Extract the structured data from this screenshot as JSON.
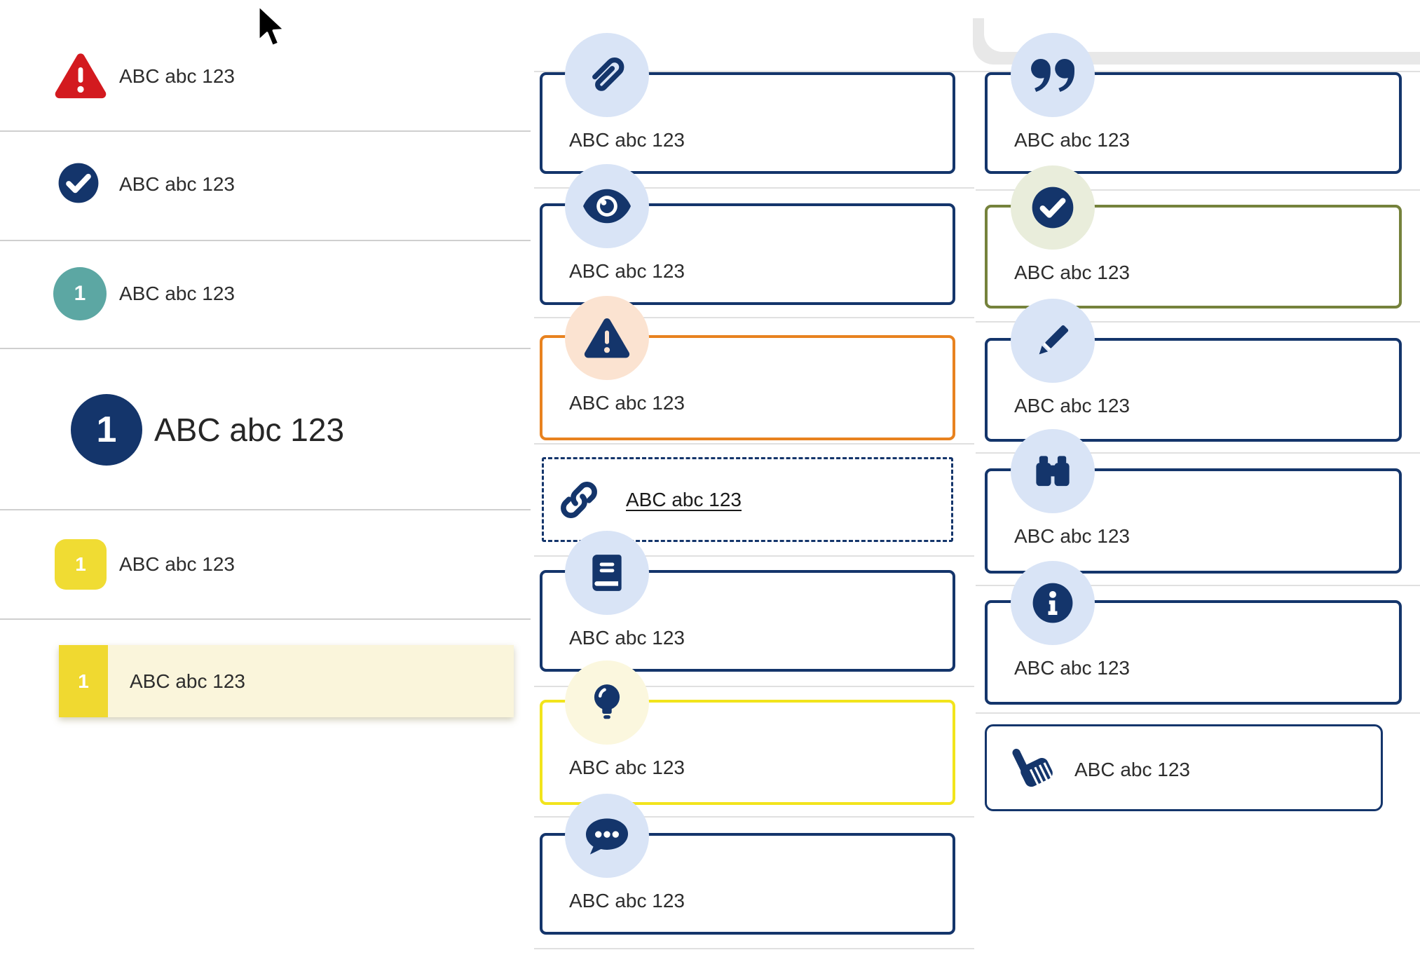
{
  "colors": {
    "navy": "#14356B",
    "light_blue_circle": "#D9E4F6",
    "red": "#D31A1F",
    "teal": "#5CA7A3",
    "yellow_badge": "#F0DC33",
    "yellow_block": "#F0D930",
    "cream_highlight": "#FAF5DB",
    "orange_border": "#E8821F",
    "peach_circle": "#FBE3D1",
    "olive_border": "#75823C",
    "pale_green_circle": "#E9EDDB",
    "yellow_border": "#F2E41C",
    "pale_yellow_circle": "#FBF7DE",
    "text": "#2D2D2D",
    "divider": "#CFCFCF",
    "row_separator": "#E0E0E0"
  },
  "left_list": {
    "items": [
      {
        "icon": "warning-triangle-icon",
        "label": "ABC abc 123"
      },
      {
        "icon": "check-circle-icon",
        "label": "ABC abc 123"
      },
      {
        "icon": "number-badge-teal",
        "badge": "1",
        "label": "ABC abc 123"
      },
      {
        "icon": "number-badge-navy-large",
        "badge": "1",
        "label": "ABC abc 123"
      },
      {
        "icon": "number-badge-yellow",
        "badge": "1",
        "label": "ABC abc 123"
      },
      {
        "icon": "number-badge-yellow",
        "badge": "1",
        "label": "ABC abc 123",
        "highlighted": true
      }
    ]
  },
  "middle_cards": [
    {
      "icon": "paperclip-icon",
      "label": "ABC abc 123",
      "border": "navy"
    },
    {
      "icon": "eye-icon",
      "label": "ABC abc 123",
      "border": "navy"
    },
    {
      "icon": "warning-triangle-icon",
      "label": "ABC abc 123",
      "border": "orange"
    },
    {
      "icon": "link-icon",
      "label": "ABC abc 123",
      "border": "navy-dashed",
      "is_link": true
    },
    {
      "icon": "book-icon",
      "label": "ABC abc 123",
      "border": "navy"
    },
    {
      "icon": "lightbulb-icon",
      "label": "ABC abc 123",
      "border": "yellow"
    },
    {
      "icon": "chat-icon",
      "label": "ABC abc 123",
      "border": "navy"
    }
  ],
  "right_cards": [
    {
      "icon": "quote-icon",
      "label": "ABC abc 123",
      "border": "navy"
    },
    {
      "icon": "check-circle-icon",
      "label": "ABC abc 123",
      "border": "olive"
    },
    {
      "icon": "pencil-icon",
      "label": "ABC abc 123",
      "border": "navy"
    },
    {
      "icon": "binoculars-icon",
      "label": "ABC abc 123",
      "border": "navy"
    },
    {
      "icon": "info-circle-icon",
      "label": "ABC abc 123",
      "border": "navy"
    },
    {
      "icon": "hand-pointer-icon",
      "label": "ABC abc 123",
      "border": "navy"
    }
  ]
}
